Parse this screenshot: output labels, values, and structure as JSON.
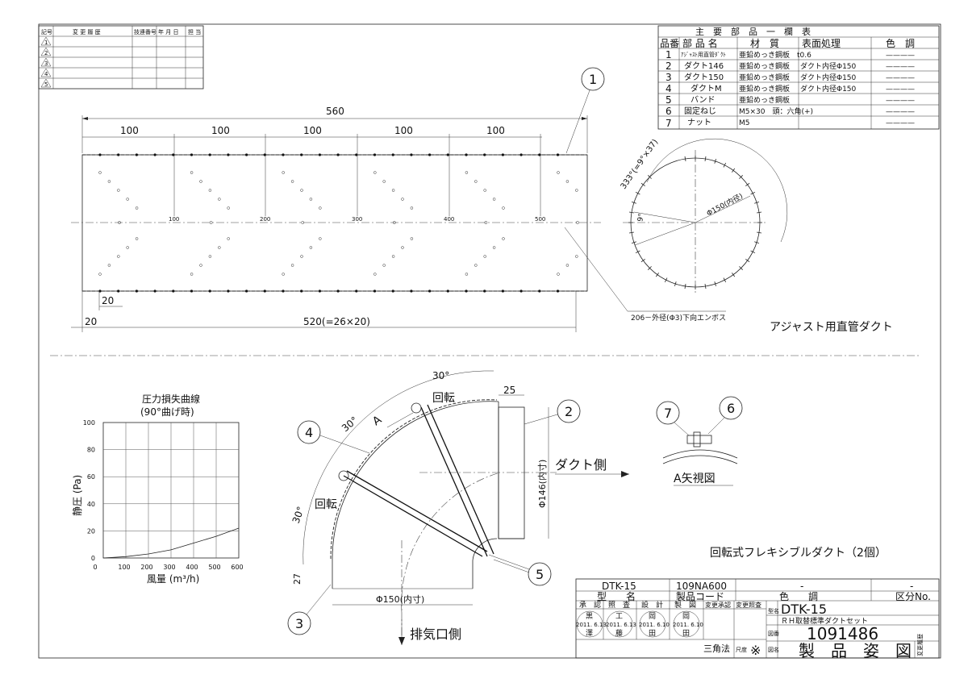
{
  "revision_table": {
    "headers": [
      "記号",
      "変 更 履 歴",
      "技連番号",
      "年 月 日",
      "担 当"
    ],
    "rows": [
      "1",
      "2",
      "3",
      "4",
      "5"
    ]
  },
  "parts_table": {
    "title": "主　要　部　品　一　欄　表",
    "headers": [
      "品番",
      "部 品 名",
      "材　質",
      "表面処理",
      "色　調"
    ],
    "rows": [
      {
        "no": "1",
        "name": "ｱｼﾞｬｽﾄ用直管ﾀﾞｸﾄ",
        "material": "亜鉛めっき鋼板　t0.6",
        "finish": "",
        "color": "————"
      },
      {
        "no": "2",
        "name": "ダクト146",
        "material": "亜鉛めっき鋼板",
        "finish": "ダクト内径Φ150",
        "color": "————"
      },
      {
        "no": "3",
        "name": "ダクト150",
        "material": "亜鉛めっき鋼板",
        "finish": "ダクト内径Φ150",
        "color": "————"
      },
      {
        "no": "4",
        "name": "ダクトM",
        "material": "亜鉛めっき鋼板",
        "finish": "ダクト内径Φ150",
        "color": "————"
      },
      {
        "no": "5",
        "name": "バンド",
        "material": "亜鉛めっき鋼板",
        "finish": "",
        "color": "————"
      },
      {
        "no": "6",
        "name": "固定ねじ",
        "material": "M5×30　頭：六角(+)",
        "finish": "",
        "color": "————"
      },
      {
        "no": "7",
        "name": "ナット",
        "material": "M5",
        "finish": "",
        "color": "————"
      }
    ]
  },
  "straight_duct": {
    "total_dim": "560",
    "pitch_dims": [
      "100",
      "100",
      "100",
      "100",
      "100"
    ],
    "marks": [
      "100",
      "200",
      "300",
      "400",
      "500"
    ],
    "dim_20a": "20",
    "dim_20b": "20",
    "dim_520": "520(=26×20)",
    "emboss_note": "206－外径(Φ3)下向エンボス",
    "title": "アジャスト用直管ダクト",
    "balloon": "1"
  },
  "circle_view": {
    "angle_note": "333°(=9°×37)",
    "angle_small": "9°",
    "diameter": "Φ150(内径)"
  },
  "loss_chart": {
    "title_line1": "圧力損失曲線",
    "title_line2": "(90°曲げ時)",
    "ylabel": "静圧 (Pa)",
    "xlabel": "風量 (m³/h)",
    "y_ticks": [
      "100",
      "80",
      "60",
      "40",
      "20",
      "0"
    ],
    "x_ticks": [
      "100",
      "200",
      "300",
      "400",
      "500",
      "600"
    ]
  },
  "chart_data": {
    "type": "line",
    "title": "圧力損失曲線 (90°曲げ時)",
    "xlabel": "風量 (m³/h)",
    "ylabel": "静圧 (Pa)",
    "xlim": [
      0,
      600
    ],
    "ylim": [
      0,
      100
    ],
    "grid": true,
    "x": [
      0,
      100,
      200,
      300,
      400,
      500,
      600
    ],
    "series": [
      {
        "values": [
          0,
          1,
          3,
          6,
          11,
          16,
          22
        ]
      }
    ]
  },
  "elbow_view": {
    "angle_top": "30°",
    "angle_mid": "30°",
    "angle_low": "30°",
    "dim_25": "25",
    "dim_27": "27",
    "dim_146": "Φ146(内寸)",
    "dim_150": "Φ150(内寸)",
    "rotate_top": "回転",
    "rotate_left": "回転",
    "arrow_a": "A",
    "duct_side": "ダクト側",
    "exhaust_side": "排気口側",
    "balloons": [
      "2",
      "3",
      "4",
      "5"
    ],
    "title": "回転式フレキシブルダクト（2個）"
  },
  "a_view": {
    "title": "A矢視図",
    "balloons": [
      "7",
      "6"
    ]
  },
  "title_block": {
    "model_top": "DTK-15",
    "code_top": "109NA600",
    "color_top": "-",
    "div_top": "-",
    "h_model": "型　　名",
    "h_code": "製品コード",
    "h_color": "色　　調",
    "h_div": "区分No.",
    "approve_headers": [
      "承　認",
      "照　査",
      "設　計",
      "製　図"
    ],
    "change_headers": [
      "変更承認",
      "変更照査"
    ],
    "stamps": [
      "黒",
      "工",
      "岡",
      "岡"
    ],
    "dates": [
      "2011. 6.13",
      "2011. 6.13",
      "2011. 6.10",
      "2011. 6.10"
    ],
    "names": [
      "澤",
      "藤",
      "田",
      "田"
    ],
    "model_label": "型名",
    "model": "DTK-15",
    "model_desc": "ＲＨ取替標準ダクトセット",
    "drawing_no_label": "図番",
    "drawing_no": "1091486",
    "projection": "三角法",
    "scale_label": "尺度",
    "scale": "※",
    "name_label": "図名",
    "drawing_name": "製　品　姿　図",
    "change_label": "変更履歴"
  }
}
